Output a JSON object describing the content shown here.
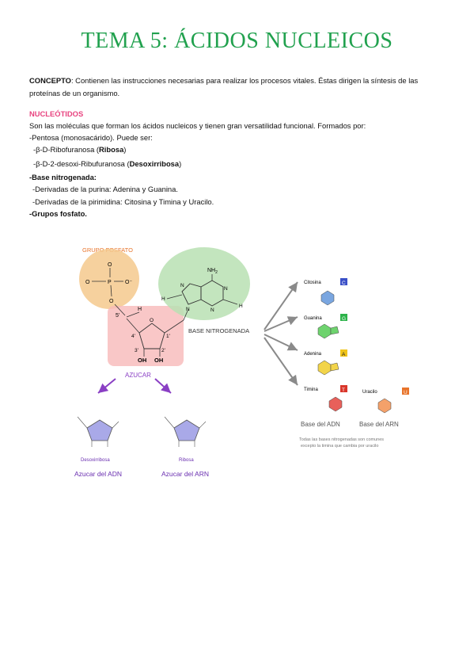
{
  "title": "TEMA 5: ÁCIDOS NUCLEICOS",
  "concept": {
    "label": "CONCEPTO",
    "text1": ": Contienen las instrucciones necesarias para realizar los procesos vitales. Éstas dirigen la síntesis de las",
    "text2": "proteínas de un organismo."
  },
  "nucleotidos": {
    "heading": "NUCLEÓTIDOS",
    "intro": " Son las moléculas que forman los ácidos nucleicos y tienen gran versatilidad funcional. Formados por:",
    "pentosa": "-Pentosa (monosacárido). Puede ser:",
    "ribosa_prefix": "-β-D-Ribofuranosa (",
    "ribosa_bold": "Ribosa",
    "ribosa_suffix": ")",
    "desoxi_prefix": "-β-D-2-desoxi-Ribufuranosa (",
    "desoxi_bold": "Desoxirribosa",
    "desoxi_suffix": ")",
    "base": "-Base nitrogenada:",
    "purina": "-Derivadas de la purina: Adenina y Guanina.",
    "pirimidina": "-Derivadas de la pirimidina: Citosina y Timina y Uracilo.",
    "fosfato": "-Grupos fosfato."
  },
  "figure": {
    "grupo_fosfato": "GRUPO FOSFATO",
    "base_nitrogenada": "BASE NITROGENADA",
    "azucar": "AZUCAR",
    "desoxirribosa": "Desoxirribosa",
    "ribosa": "Ribosa",
    "azucar_adn": "Azucar del ADN",
    "azucar_arn": "Azucar del ARN",
    "citosina": "Citosina",
    "guanina": "Guanina",
    "adenina": "Adenina",
    "timina": "Timina",
    "uracilo": "Uracilo",
    "base_adn": "Base del ADN",
    "base_arn": "Base del ARN",
    "note1": "Todas las bases nitrogenadas son comunes",
    "note2": "excepto la timina que cambia por uracilo",
    "letters": {
      "c": "C",
      "g": "G",
      "a": "A",
      "t": "T",
      "u": "U"
    },
    "atoms": {
      "o": "O",
      "p": "P",
      "o_minus": "O⁻",
      "n": "N",
      "h": "H",
      "nh2": "NH",
      "two": "2",
      "oh": "OH",
      "c5": "5'",
      "c4": "4'",
      "c3": "3'",
      "c2": "2'",
      "c1": "1'"
    },
    "colors": {
      "phosphate": "#f5c98d",
      "base": "#b9e0b3",
      "sugar": "#f7b9b9",
      "arrow_gray": "#8a8a8a",
      "arrow_purple": "#8a3fc4",
      "c_box": "#3a4fc7",
      "g_box": "#2db34a",
      "a_box": "#f0c419",
      "t_box": "#d9362b",
      "u_box": "#e8742b"
    }
  }
}
